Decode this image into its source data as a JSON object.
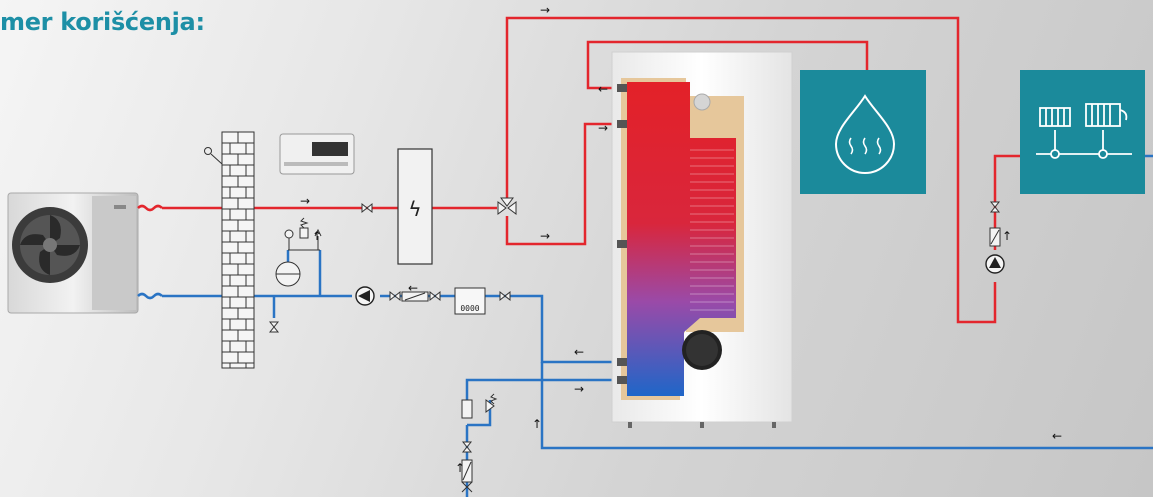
{
  "title": "mer korišćenja:",
  "colors": {
    "title": "#1d8fa6",
    "hot_pipe": "#e3262d",
    "cold_pipe": "#2a74c4",
    "tile": "#1b8a9b",
    "tank_body": "#f6f6f6",
    "tank_insulation": "#e3c8a0"
  },
  "components": {
    "heat_pump": {
      "icon": "heat-pump-outdoor-unit-icon"
    },
    "controller": {
      "icon": "controller-display-icon"
    },
    "electric_heater": {
      "icon": "lightning-icon",
      "symbol": "ϟ"
    },
    "flow_meter": {
      "label": "0000"
    },
    "hot_water_tile": {
      "icon": "water-drop-icon"
    },
    "heating_tile": {
      "icon": "radiators-icon"
    }
  },
  "flow_arrows": [
    "→",
    "←",
    "→",
    "→",
    "→",
    "←",
    "→",
    "↑",
    "←",
    "↑",
    "↑",
    "↑"
  ]
}
